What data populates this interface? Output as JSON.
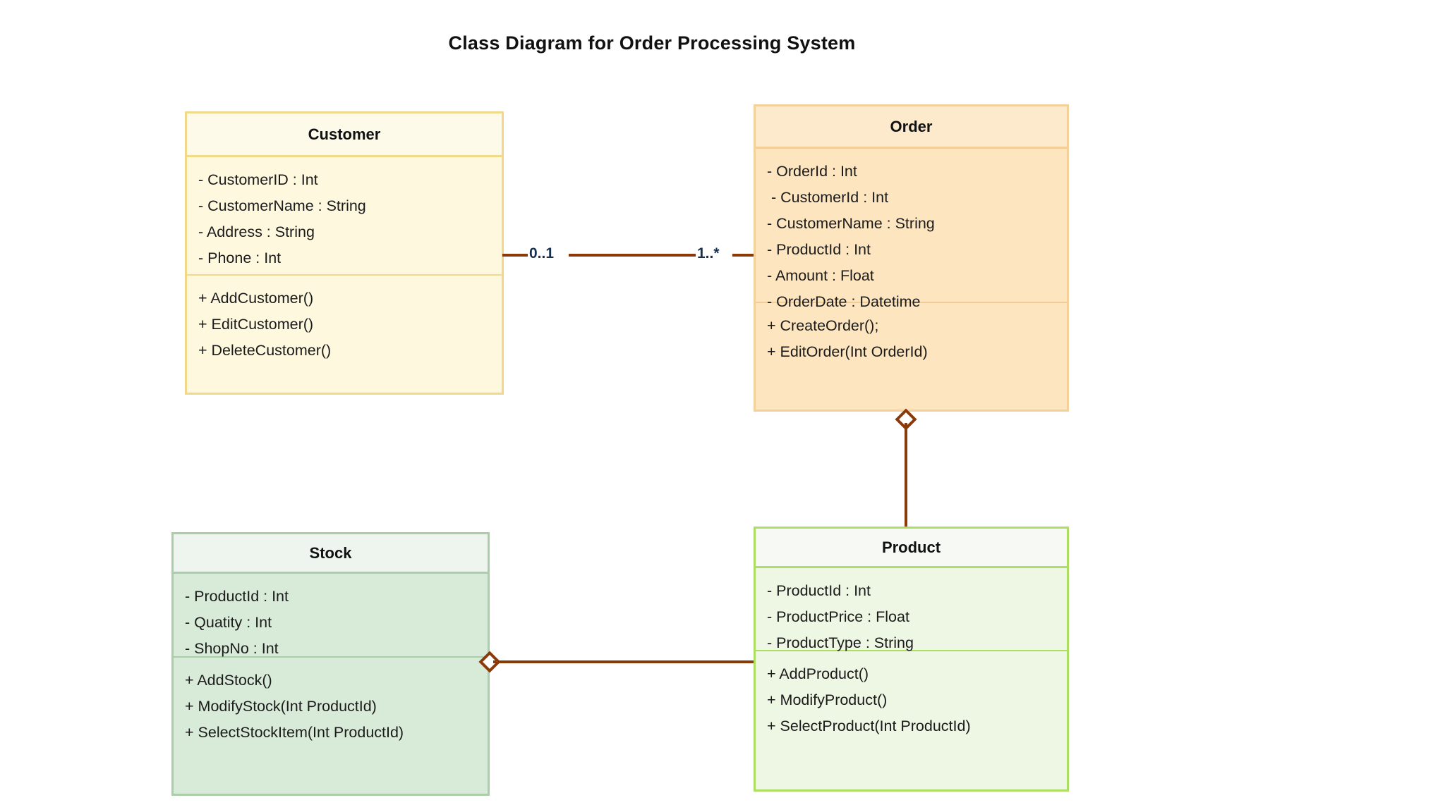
{
  "diagram": {
    "title": "Class Diagram for Order Processing System",
    "type": "uml-class-diagram",
    "background_color": "#ffffff",
    "connector_color": "#8a3a09",
    "multiplicity_color": "#17304f"
  },
  "classes": {
    "customer": {
      "name": "Customer",
      "accent_color": "#f2d98a",
      "fill_color": "#fdf8de",
      "attributes": [
        "- CustomerID : Int",
        "- CustomerName : String",
        "- Address : String",
        "- Phone : Int"
      ],
      "operations": [
        "+ AddCustomer()",
        "+ EditCustomer()",
        "+ DeleteCustomer()"
      ]
    },
    "order": {
      "name": "Order",
      "accent_color": "#f3cd94",
      "fill_color": "#fde5bf",
      "attributes": [
        "- OrderId : Int",
        " - CustomerId : Int",
        "- CustomerName : String",
        "- ProductId : Int",
        "- Amount : Float",
        "- OrderDate : Datetime"
      ],
      "operations": [
        "+ CreateOrder();",
        "+ EditOrder(Int OrderId)"
      ]
    },
    "stock": {
      "name": "Stock",
      "accent_color": "#a9cfa9",
      "fill_color": "#d8ead8",
      "attributes": [
        "- ProductId : Int",
        "- Quatity : Int",
        "- ShopNo : Int"
      ],
      "operations": [
        "+ AddStock()",
        "+ ModifyStock(Int ProductId)",
        "+ SelectStockItem(Int ProductId)"
      ]
    },
    "product": {
      "name": "Product",
      "accent_color": "#aedd63",
      "fill_color": "#eef7e4",
      "attributes": [
        "- ProductId : Int",
        "- ProductPrice : Float",
        "- ProductType : String"
      ],
      "operations": [
        "+ AddProduct()",
        "+ ModifyProduct()",
        "+ SelectProduct(Int ProductId)"
      ]
    }
  },
  "relationships": [
    {
      "id": "customer-order",
      "kind": "association",
      "from": "Customer",
      "to": "Order",
      "source_multiplicity": "0..1",
      "target_multiplicity": "1..*"
    },
    {
      "id": "order-product",
      "kind": "aggregation",
      "from": "Order",
      "to": "Product",
      "diamond": "hollow",
      "diamond_at": "Order"
    },
    {
      "id": "stock-product",
      "kind": "aggregation",
      "from": "Stock",
      "to": "Product",
      "diamond": "hollow",
      "diamond_at": "Stock"
    }
  ]
}
